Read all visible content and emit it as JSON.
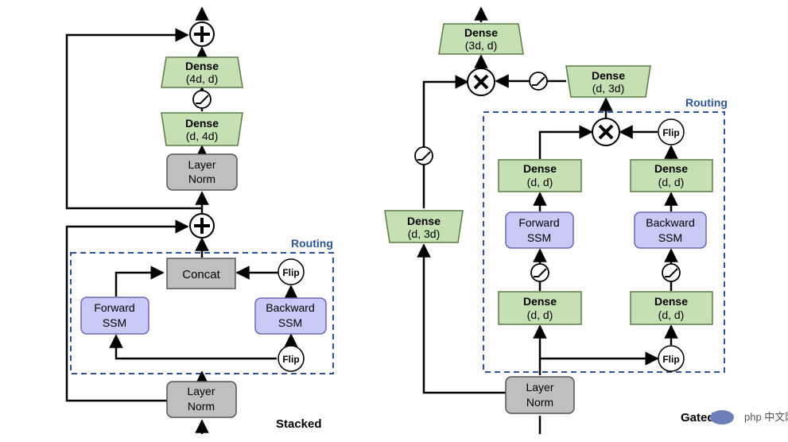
{
  "left_diagram": {
    "dense_top": {
      "name": "Dense",
      "dims": "(4d, d)"
    },
    "dense_bottom": {
      "name": "Dense",
      "dims": "(d, 4d)"
    },
    "layer_norm_top": {
      "line1": "Layer",
      "line2": "Norm"
    },
    "routing_label": "Routing",
    "concat_label": "Concat",
    "flip_top": "Flip",
    "flip_bottom": "Flip",
    "forward_ssm": {
      "line1": "Forward",
      "line2": "SSM"
    },
    "backward_ssm": {
      "line1": "Backward",
      "line2": "SSM"
    },
    "layer_norm_bottom": {
      "line1": "Layer",
      "line2": "Norm"
    },
    "caption": "Stacked"
  },
  "right_diagram": {
    "dense_out": {
      "name": "Dense",
      "dims": "(3d, d)"
    },
    "dense_gate": {
      "name": "Dense",
      "dims": "(d, 3d)"
    },
    "dense_in": {
      "name": "Dense",
      "dims": "(d, 3d)"
    },
    "routing_label": "Routing",
    "flip_top": "Flip",
    "flip_bottom": "Flip",
    "dense_fwd_top": {
      "name": "Dense",
      "dims": "(d, d)"
    },
    "dense_bwd_top": {
      "name": "Dense",
      "dims": "(d, d)"
    },
    "forward_ssm": {
      "line1": "Forward",
      "line2": "SSM"
    },
    "backward_ssm": {
      "line1": "Backward",
      "line2": "SSM"
    },
    "dense_fwd_bottom": {
      "name": "Dense",
      "dims": "(d, d)"
    },
    "dense_bwd_bottom": {
      "name": "Dense",
      "dims": "(d, d)"
    },
    "layer_norm": {
      "line1": "Layer",
      "line2": "Norm"
    },
    "caption": "Gated"
  },
  "watermark": "php 中文网",
  "colors": {
    "dense_fill": "#c6e0b4",
    "dense_stroke": "#5a7a44",
    "ssm_fill": "#c9c9f5",
    "ssm_stroke": "#6a6ab0",
    "norm_fill": "#bfbfbf",
    "routing_border": "#2e5597"
  }
}
